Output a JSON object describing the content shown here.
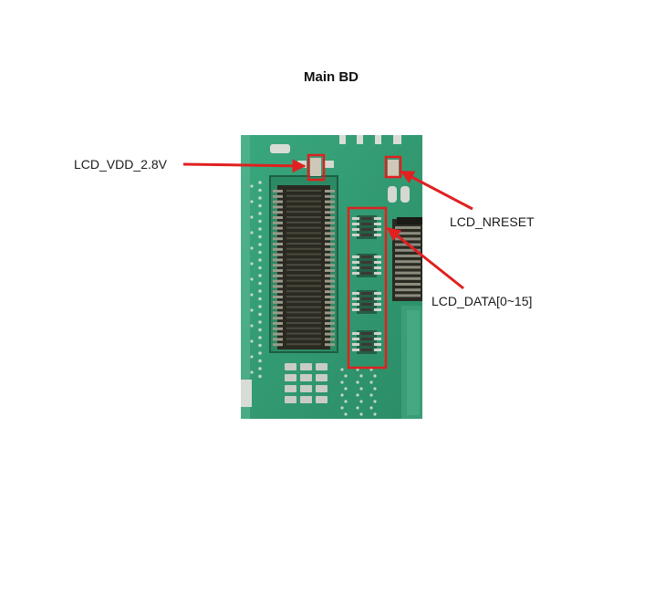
{
  "title": "Main BD",
  "labels": {
    "vdd": "LCD_VDD_2.8V",
    "nreset": "LCD_NRESET",
    "data": "LCD_DATA[0~15]"
  },
  "colors": {
    "board": "#2f9a72",
    "board_dark": "#1f6f52",
    "pad": "#c9ccc6",
    "connector": "#2a2a22",
    "highlight": "#e02020"
  }
}
